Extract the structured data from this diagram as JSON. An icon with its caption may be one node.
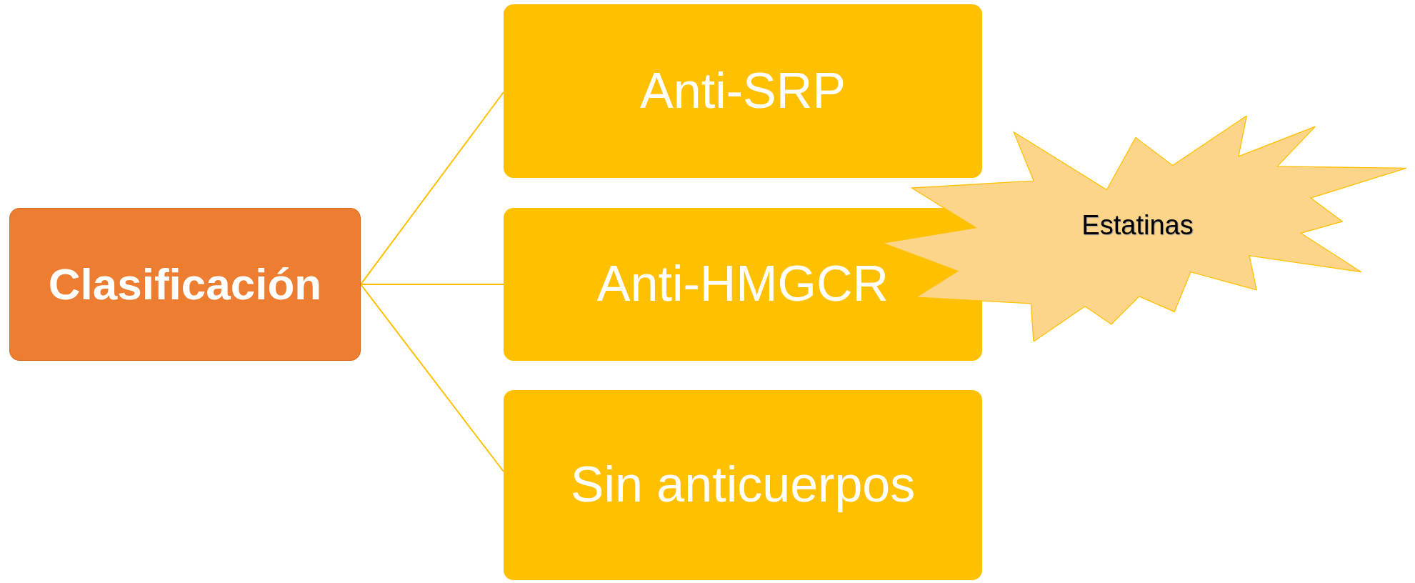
{
  "diagram": {
    "nodes": [
      {
        "text": [
          "Clasificación"
        ]
      },
      {
        "text": [
          "Anti-SRP"
        ]
      },
      {
        "text": [
          "Anti-HMGCR"
        ]
      },
      {
        "text": [
          "Sin anticuerpos"
        ]
      },
      {
        "text": [
          "Estatinas"
        ]
      }
    ],
    "edges": [
      {
        "from": 0,
        "to": 1,
        "arrow": "none"
      },
      {
        "from": 0,
        "to": 2,
        "arrow": "none"
      },
      {
        "from": 0,
        "to": 3,
        "arrow": "none"
      }
    ]
  }
}
